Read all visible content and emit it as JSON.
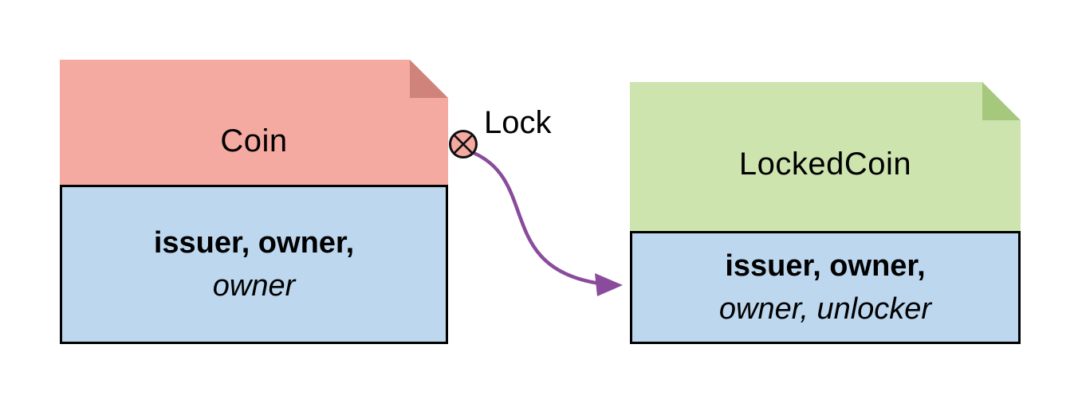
{
  "diagram": {
    "nodes": [
      {
        "id": "coin",
        "title": "Coin",
        "signatories": "issuer, owner,",
        "observers": "owner"
      },
      {
        "id": "locked-coin",
        "title": "LockedCoin",
        "signatories": "issuer, owner,",
        "observers": "owner, unlocker"
      }
    ],
    "edge": {
      "label": "Lock",
      "icon": "circled-x-choice-icon",
      "from": "coin",
      "to": "locked-coin"
    }
  },
  "colors": {
    "coin_header": "#f4a9a1",
    "coin_fold": "#d0837b",
    "locked_header": "#cde4ae",
    "locked_fold": "#a5c87d",
    "body_blue": "#bcd7ee",
    "arrow_purple": "#8a4b9c",
    "icon_pink": "#f4a9a1",
    "outline": "#000000"
  }
}
